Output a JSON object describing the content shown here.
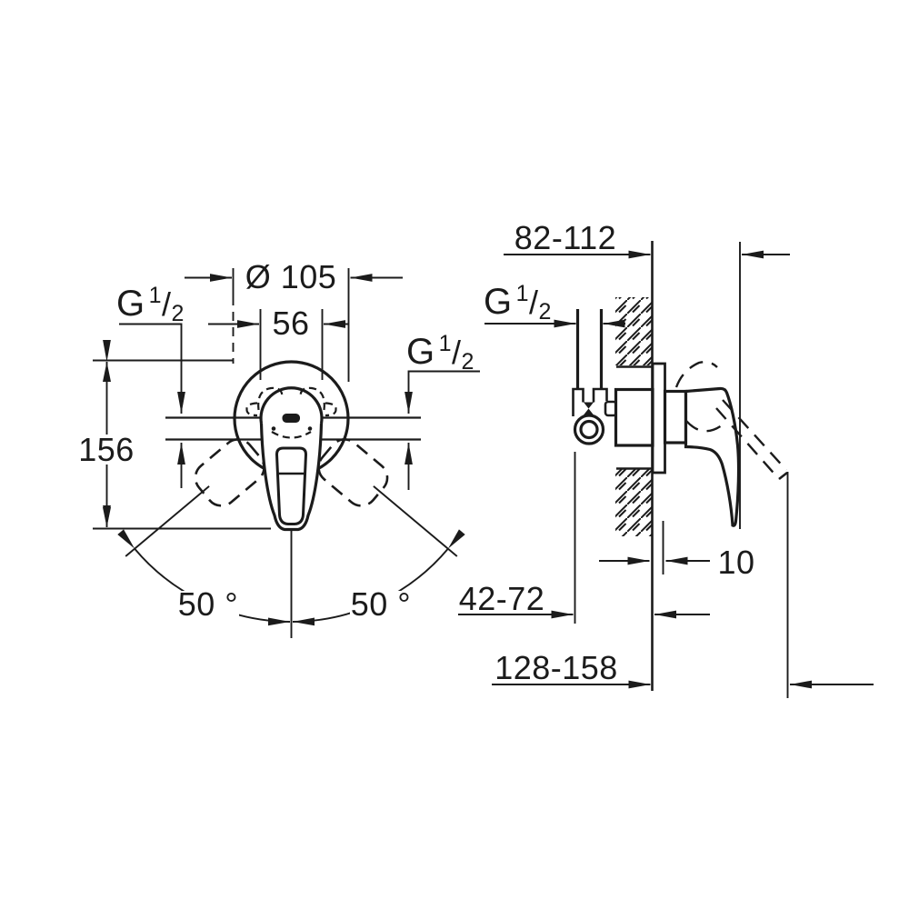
{
  "meta": {
    "drawing_type": "installation-dimension-drawing",
    "background": "#ffffff",
    "line_color": "#1b1b1b"
  },
  "labels": {
    "front_view": {
      "plate_diameter": "Ø 105",
      "hub_width": "56",
      "overall_height": "156",
      "swing_angle_left": "50 °",
      "swing_angle_right": "50 °"
    },
    "side_view": {
      "wall_to_handle_depth": "82-112",
      "inlet_to_wall_depth": "42-72",
      "overall_depth": "128-158",
      "plate_projection": "10"
    },
    "thread": {
      "prefix": "G",
      "numerator": "1",
      "slash": "/",
      "denominator": "2"
    }
  }
}
